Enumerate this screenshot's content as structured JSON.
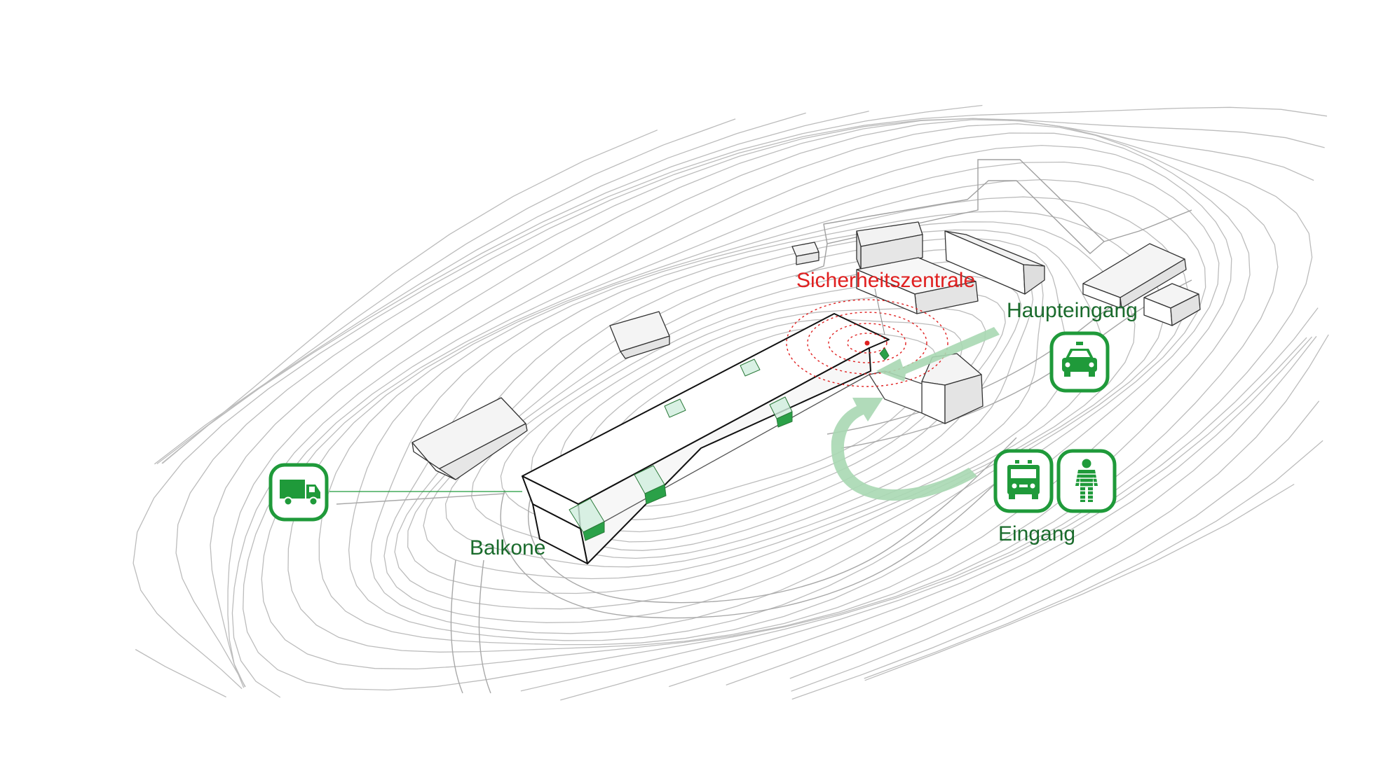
{
  "labels": {
    "security": "Sicherheitszentrale",
    "main_entrance": "Haupteingang",
    "entrance": "Eingang",
    "balconies": "Balkone"
  },
  "icons": {
    "truck": "truck-icon",
    "car": "car-icon",
    "ambulance": "ambulance-icon",
    "pedestrian": "pedestrian-icon"
  },
  "colors": {
    "green": "#1f9a3a",
    "green_label": "#1a6b2c",
    "green_light": "#a9d8b3",
    "red": "#e02020",
    "line": "#b8b8b8",
    "building_line": "#111111"
  }
}
